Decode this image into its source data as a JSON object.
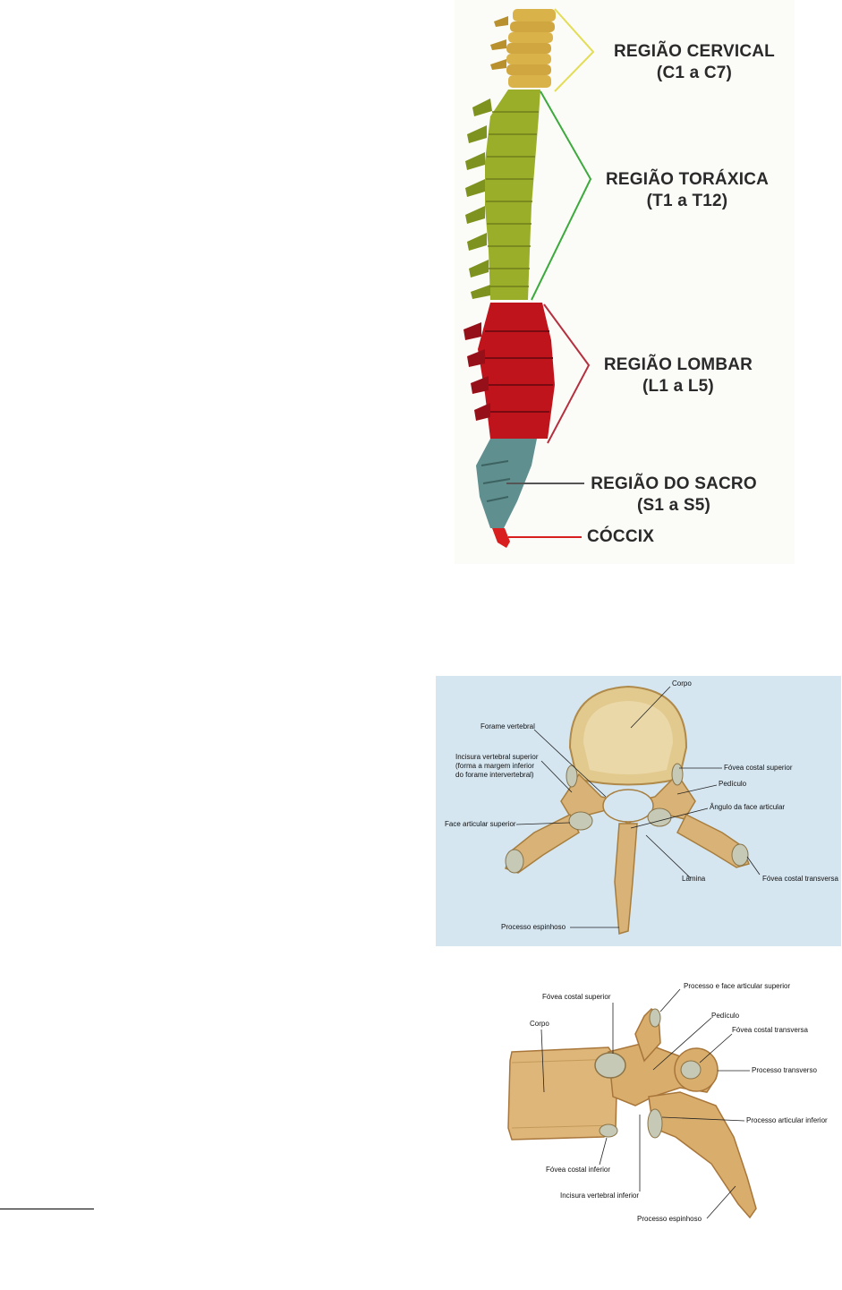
{
  "spine_figure": {
    "regions": [
      {
        "name": "REGIÃO CERVICAL",
        "range": "(C1 a C7)",
        "color": "#d9b24a"
      },
      {
        "name": "REGIÃO TORÁXICA",
        "range": "(T1 a T12)",
        "color": "#9aae2a"
      },
      {
        "name": "REGIÃO LOMBAR",
        "range": "(L1 a L5)",
        "color": "#c0141c"
      },
      {
        "name": "REGIÃO DO SACRO",
        "range": "(S1 a S5)",
        "color": "#5f8f8e"
      },
      {
        "name": "CÓCCIX",
        "range": "",
        "color": "#d81e1e"
      }
    ]
  },
  "superior_view": {
    "labels": {
      "corpo": "Corpo",
      "forame": "Forame vertebral",
      "incisura_1": "Incisura vertebral superior",
      "incisura_2": "(forma a margem inferior",
      "incisura_3": "do forame intervertebral)",
      "fovea_sup": "Fóvea costal superior",
      "pediculo": "Pedículo",
      "angulo": "Ângulo da face articular",
      "face_art": "Face articular superior",
      "lamina": "Lâmina",
      "fovea_transv": "Fóvea costal transversa",
      "processo_esp": "Processo espinhoso"
    }
  },
  "lateral_view": {
    "labels": {
      "proc_face_sup": "Processo e face articular superior",
      "fovea_sup": "Fóvea costal superior",
      "pediculo": "Pedículo",
      "corpo": "Corpo",
      "fovea_transv": "Fóvea costal transversa",
      "proc_transv": "Processo transverso",
      "proc_art_inf": "Processo articular inferior",
      "fovea_inf": "Fóvea costal inferior",
      "incisura_inf": "Incisura vertebral inferior",
      "proc_esp": "Processo espinhoso"
    }
  }
}
